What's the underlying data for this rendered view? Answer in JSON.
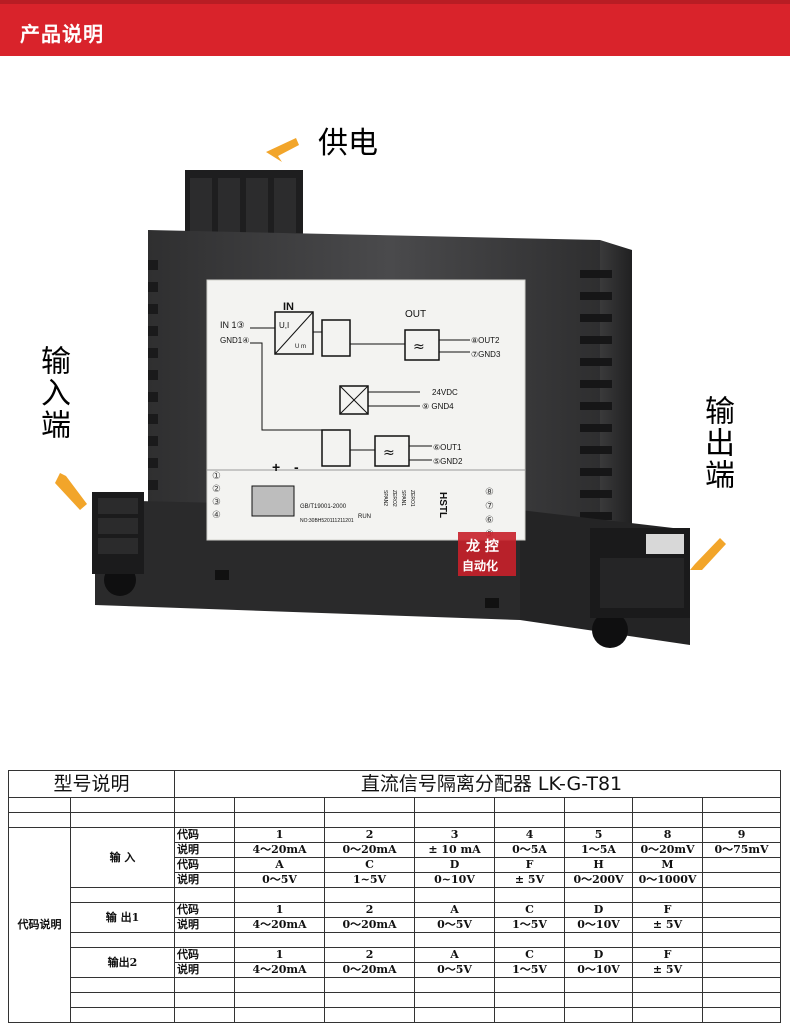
{
  "header": {
    "title": "产品说明"
  },
  "callouts": {
    "power": "供电",
    "input": "输入端",
    "output": "输出端"
  },
  "label": {
    "in": "IN",
    "out": "OUT",
    "in1": "IN 1③",
    "gnd1": "GND1④",
    "ui": "U,I",
    "um": "U m",
    "out2": "⑧OUT2",
    "gnd3": "⑦GND3",
    "v24": "24VDC",
    "gnd4": "⑨ GND4",
    "out1": "⑥OUT1",
    "gnd2": "⑤GND2",
    "plus": "+",
    "minus": "-",
    "std": "GB/T19001-2000",
    "serial": "NO:30BH520111211201",
    "run": "RUN",
    "span2": "SPAN2",
    "zero2": "ZERO2",
    "span1": "SPAN1",
    "zero1": "ZERO1",
    "brand": "HSTL",
    "left_pins": [
      "①",
      "②",
      "③",
      "④"
    ],
    "right_pins": [
      "⑧",
      "⑦",
      "⑥",
      "⑤"
    ]
  },
  "watermark": {
    "line1": "龙 控",
    "line2": "自动化"
  },
  "spec": {
    "model_label": "型号说明",
    "model_name": "直流信号隔离分配器  LK-G-T81",
    "code_desc": "代码说明",
    "input_label": "输  入",
    "output1_label": "输  出1",
    "output2_label": "输出2",
    "code": "代码",
    "desc": "说明",
    "input_row1_codes": [
      "1",
      "2",
      "3",
      "4",
      "5",
      "8",
      "9"
    ],
    "input_row1_desc": [
      "4～20mA",
      "0～20mA",
      "± 10  mA",
      "0～5A",
      "1～5A",
      "0～20mV",
      "0～75mV"
    ],
    "input_row2_codes": [
      "A",
      "C",
      "D",
      "F",
      "H",
      "M",
      ""
    ],
    "input_row2_desc": [
      "0～5V",
      "1~5V",
      "0~10V",
      "± 5V",
      "0～200V",
      "0～1000V",
      ""
    ],
    "output1_codes": [
      "1",
      "2",
      "A",
      "C",
      "D",
      "F",
      ""
    ],
    "output1_desc": [
      "4～20mA",
      "0～20mA",
      "0～5V",
      "1～5V",
      "0～10V",
      "± 5V",
      ""
    ],
    "output2_codes": [
      "1",
      "2",
      "A",
      "C",
      "D",
      "F",
      ""
    ],
    "output2_desc": [
      "4～20mA",
      "0～20mA",
      "0～5V",
      "1～5V",
      "0～10V",
      "± 5V",
      ""
    ]
  }
}
